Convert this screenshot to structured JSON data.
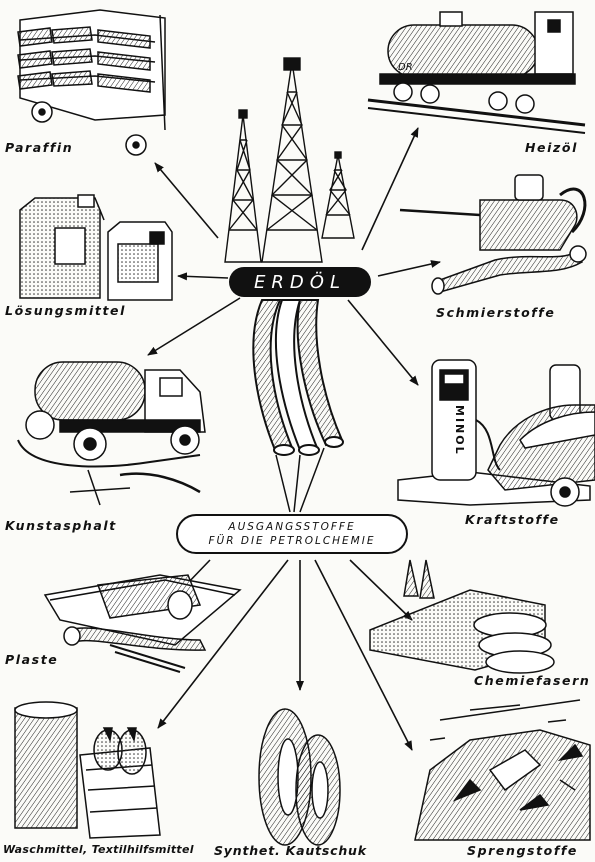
{
  "center": {
    "title": "ERDÖL"
  },
  "petrochem": {
    "line1": "AUSGANGSSTOFFE",
    "line2": "FÜR DIE PETROLCHEMIE"
  },
  "products": {
    "paraffin": "Paraffin",
    "heizoel": "Heizöl",
    "loesungsmittel": "Lösungsmittel",
    "schmierstoffe": "Schmierstoffe",
    "kunstasphalt": "Kunstasphalt",
    "kraftstoffe": "Kraftstoffe",
    "plaste": "Plaste",
    "chemiefasern": "Chemiefasern",
    "waschmittel": "Waschmittel, Textilhilfsmittel",
    "kautschuk": "Synthet. Kautschuk",
    "sprengstoffe": "Sprengstoffe"
  },
  "pump_text": "MINOL",
  "tank_wagon_text": "DR"
}
